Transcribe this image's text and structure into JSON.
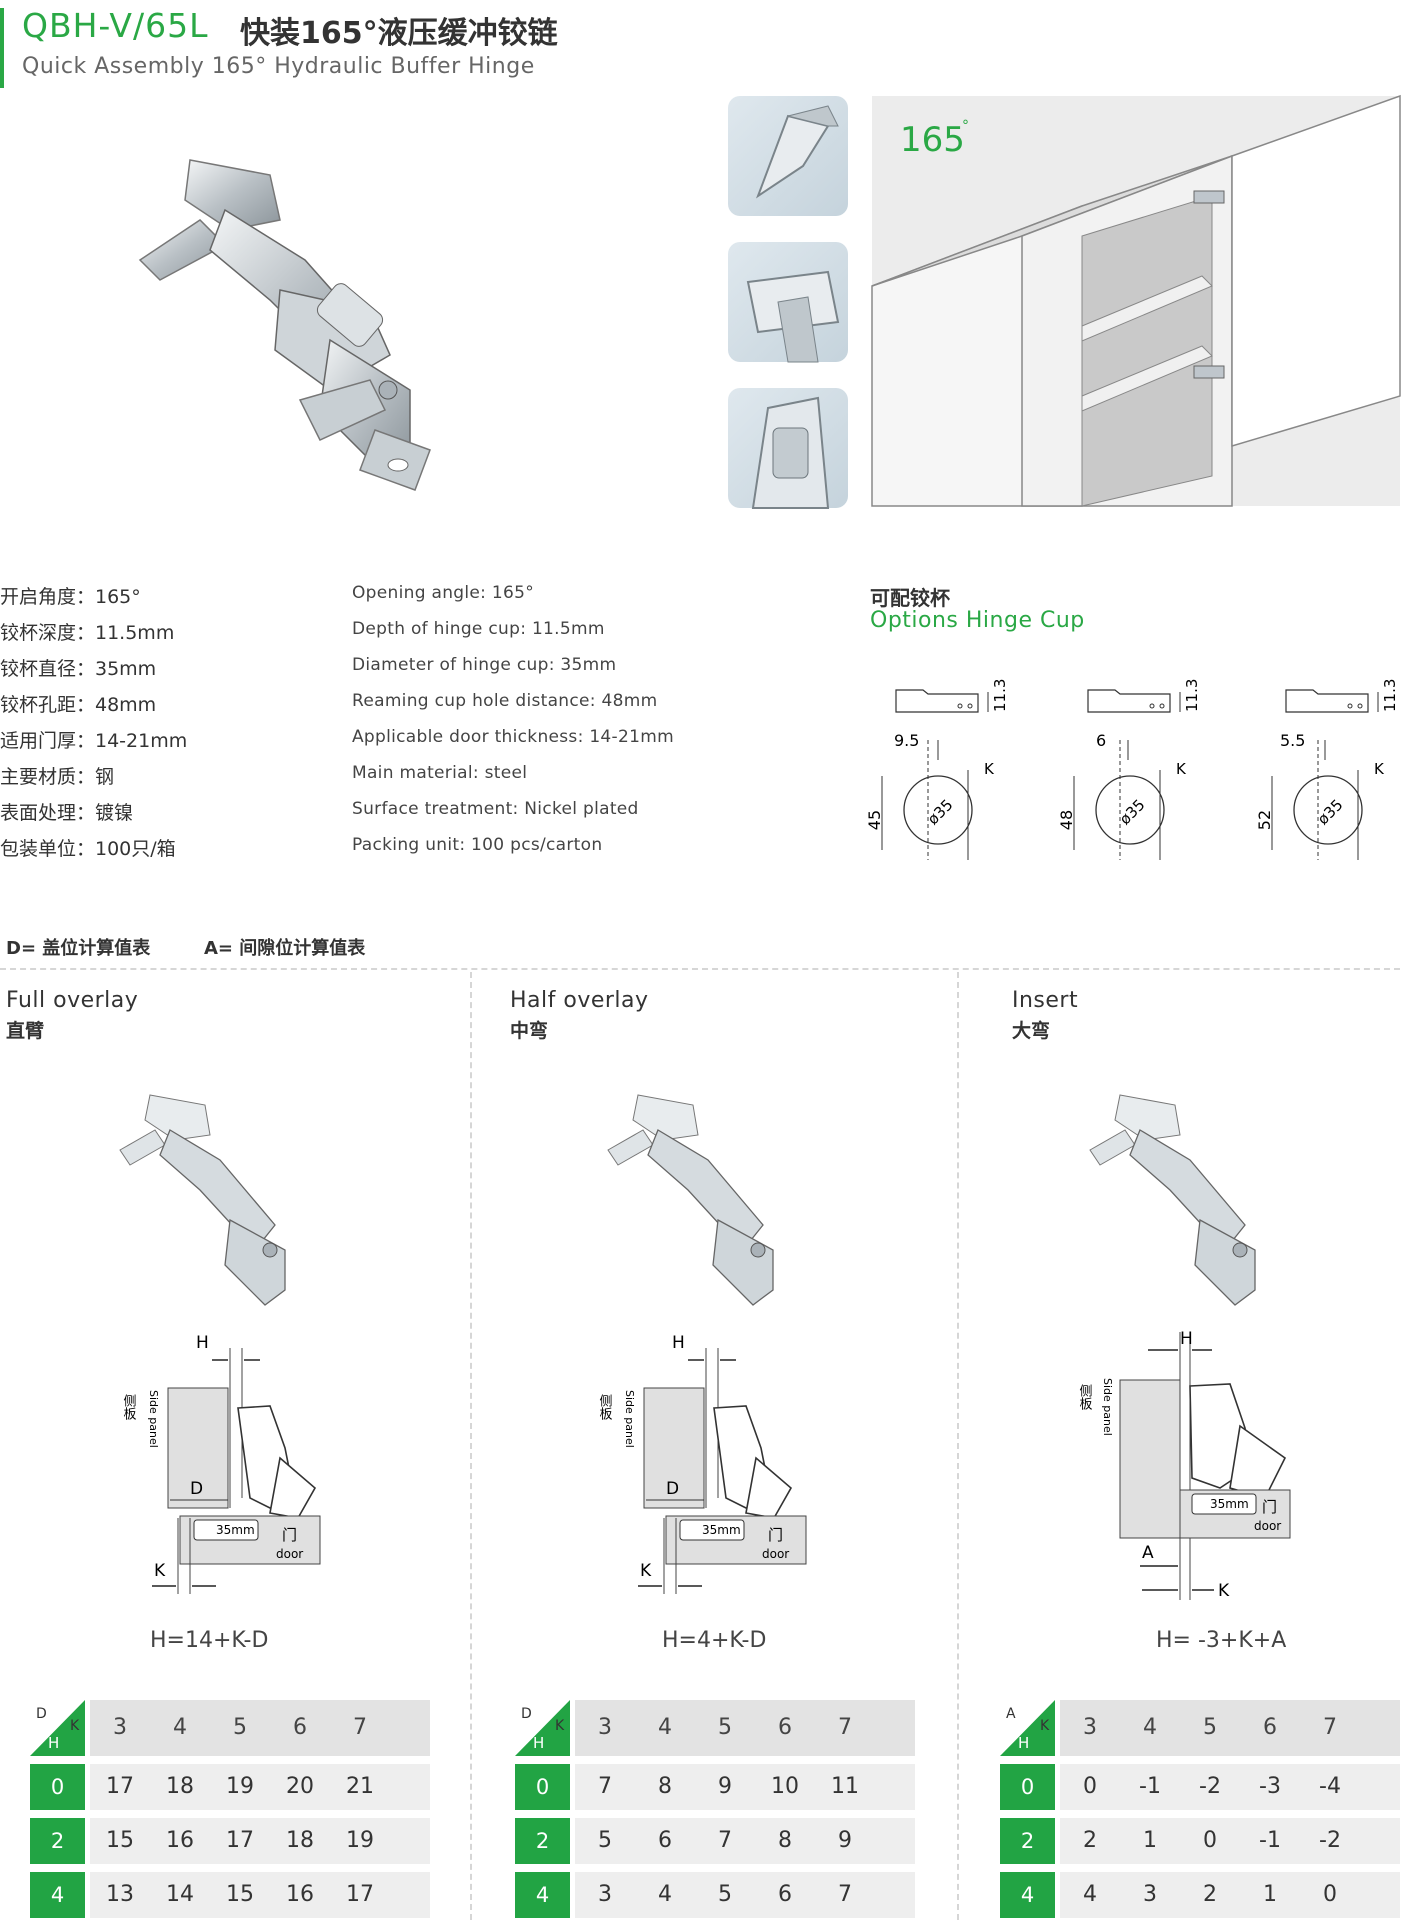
{
  "header": {
    "model": "QBH-V/65L",
    "title_cn": "快装165°液压缓冲铰链",
    "title_en": "Quick Assembly 165° Hydraulic Buffer Hinge"
  },
  "cabinet": {
    "angle": "165",
    "angle_unit": "°"
  },
  "specs": [
    {
      "cn": "开启角度：165°",
      "en": "Opening angle: 165°"
    },
    {
      "cn": "铰杯深度：11.5mm",
      "en": "Depth of hinge cup: 11.5mm"
    },
    {
      "cn": "铰杯直径：35mm",
      "en": "Diameter of hinge cup: 35mm"
    },
    {
      "cn": "铰杯孔距：48mm",
      "en": "Reaming cup hole distance: 48mm"
    },
    {
      "cn": "适用门厚：14-21mm",
      "en": "Applicable door thickness: 14-21mm"
    },
    {
      "cn": "主要材质：钢",
      "en": "Main material: steel"
    },
    {
      "cn": "表面处理：镀镍",
      "en": "Surface treatment: Nickel plated"
    },
    {
      "cn": "包装单位：100只/箱",
      "en": "Packing unit: 100 pcs/carton"
    }
  ],
  "options": {
    "title_cn": "可配铰杯",
    "title_en": "Options Hinge Cup",
    "cups": [
      {
        "offset": "9.5",
        "distance": "45",
        "depth": "11.3",
        "dia": "ø35",
        "k": "K"
      },
      {
        "offset": "6",
        "distance": "48",
        "depth": "11.3",
        "dia": "ø35",
        "k": "K"
      },
      {
        "offset": "5.5",
        "distance": "52",
        "depth": "11.3",
        "dia": "ø35",
        "k": "K"
      }
    ]
  },
  "calc": {
    "d_label": "D= 盖位计算值表",
    "a_label": "A= 间隙位计算值表"
  },
  "diagram_labels": {
    "side_panel_cn": "侧板",
    "side_panel_en": "Side panel",
    "door_cn": "门",
    "door_en": "door",
    "cup_size": "35mm",
    "h": "H",
    "d": "D",
    "k": "K",
    "a": "A"
  },
  "columns": [
    {
      "title_en": "Full overlay",
      "title_cn": "直臂",
      "formula": "H=14+K-D",
      "corner_top": "D",
      "corner_k": "K",
      "corner_h": "H",
      "k_values": [
        "3",
        "4",
        "5",
        "6",
        "7"
      ],
      "rows": [
        {
          "h": "0",
          "values": [
            "17",
            "18",
            "19",
            "20",
            "21"
          ]
        },
        {
          "h": "2",
          "values": [
            "15",
            "16",
            "17",
            "18",
            "19"
          ]
        },
        {
          "h": "4",
          "values": [
            "13",
            "14",
            "15",
            "16",
            "17"
          ]
        }
      ]
    },
    {
      "title_en": "Half overlay",
      "title_cn": "中弯",
      "formula": "H=4+K-D",
      "corner_top": "D",
      "corner_k": "K",
      "corner_h": "H",
      "k_values": [
        "3",
        "4",
        "5",
        "6",
        "7"
      ],
      "rows": [
        {
          "h": "0",
          "values": [
            "7",
            "8",
            "9",
            "10",
            "11"
          ]
        },
        {
          "h": "2",
          "values": [
            "5",
            "6",
            "7",
            "8",
            "9"
          ]
        },
        {
          "h": "4",
          "values": [
            "3",
            "4",
            "5",
            "6",
            "7"
          ]
        }
      ]
    },
    {
      "title_en": "Insert",
      "title_cn": "大弯",
      "formula": "H= -3+K+A",
      "corner_top": "A",
      "corner_k": "K",
      "corner_h": "H",
      "k_values": [
        "3",
        "4",
        "5",
        "6",
        "7"
      ],
      "rows": [
        {
          "h": "0",
          "values": [
            "0",
            "-1",
            "-2",
            "-3",
            "-4"
          ]
        },
        {
          "h": "2",
          "values": [
            "2",
            "1",
            "0",
            "-1",
            "-2"
          ]
        },
        {
          "h": "4",
          "values": [
            "4",
            "3",
            "2",
            "1",
            "0"
          ]
        }
      ]
    }
  ]
}
